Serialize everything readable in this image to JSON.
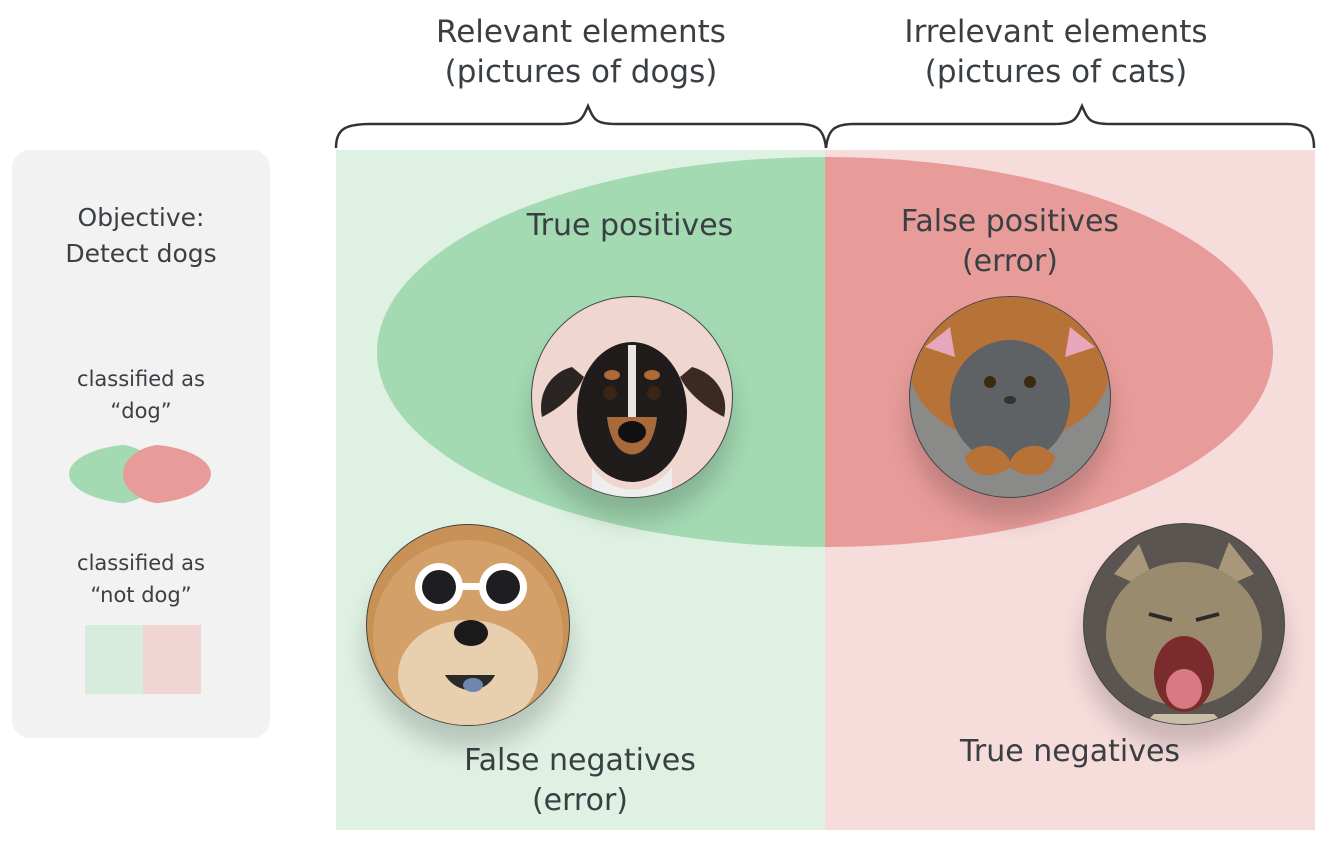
{
  "headers": {
    "relevant": {
      "line1": "Relevant elements",
      "line2": "(pictures of dogs)"
    },
    "irrelevant": {
      "line1": "Irrelevant elements",
      "line2": "(pictures of cats)"
    }
  },
  "legend": {
    "title_line1": "Objective:",
    "title_line2": "Detect dogs",
    "classified_dog_line1": "classified as",
    "classified_dog_line2": "“dog”",
    "classified_not_dog_line1": "classified as",
    "classified_not_dog_line2": "“not dog”"
  },
  "cells": {
    "true_positives": {
      "line1": "True positives"
    },
    "false_positives": {
      "line1": "False positives",
      "line2": "(error)"
    },
    "false_negatives": {
      "line1": "False negatives",
      "line2": "(error)"
    },
    "true_negatives": {
      "line1": "True negatives"
    }
  },
  "images": {
    "tp": "dog-terrier-photo",
    "fp": "cat-in-bear-hat-photo",
    "fn": "dog-with-sunglasses-photo",
    "tn": "yawning-kitten-photo"
  },
  "colors": {
    "green_strong": "#a3dab2",
    "red_strong": "#e89c9a",
    "green_light": "#dff1e3",
    "red_light": "#f7dcdc",
    "legend_bg": "#f2f2f2",
    "text": "#3a3f44"
  }
}
